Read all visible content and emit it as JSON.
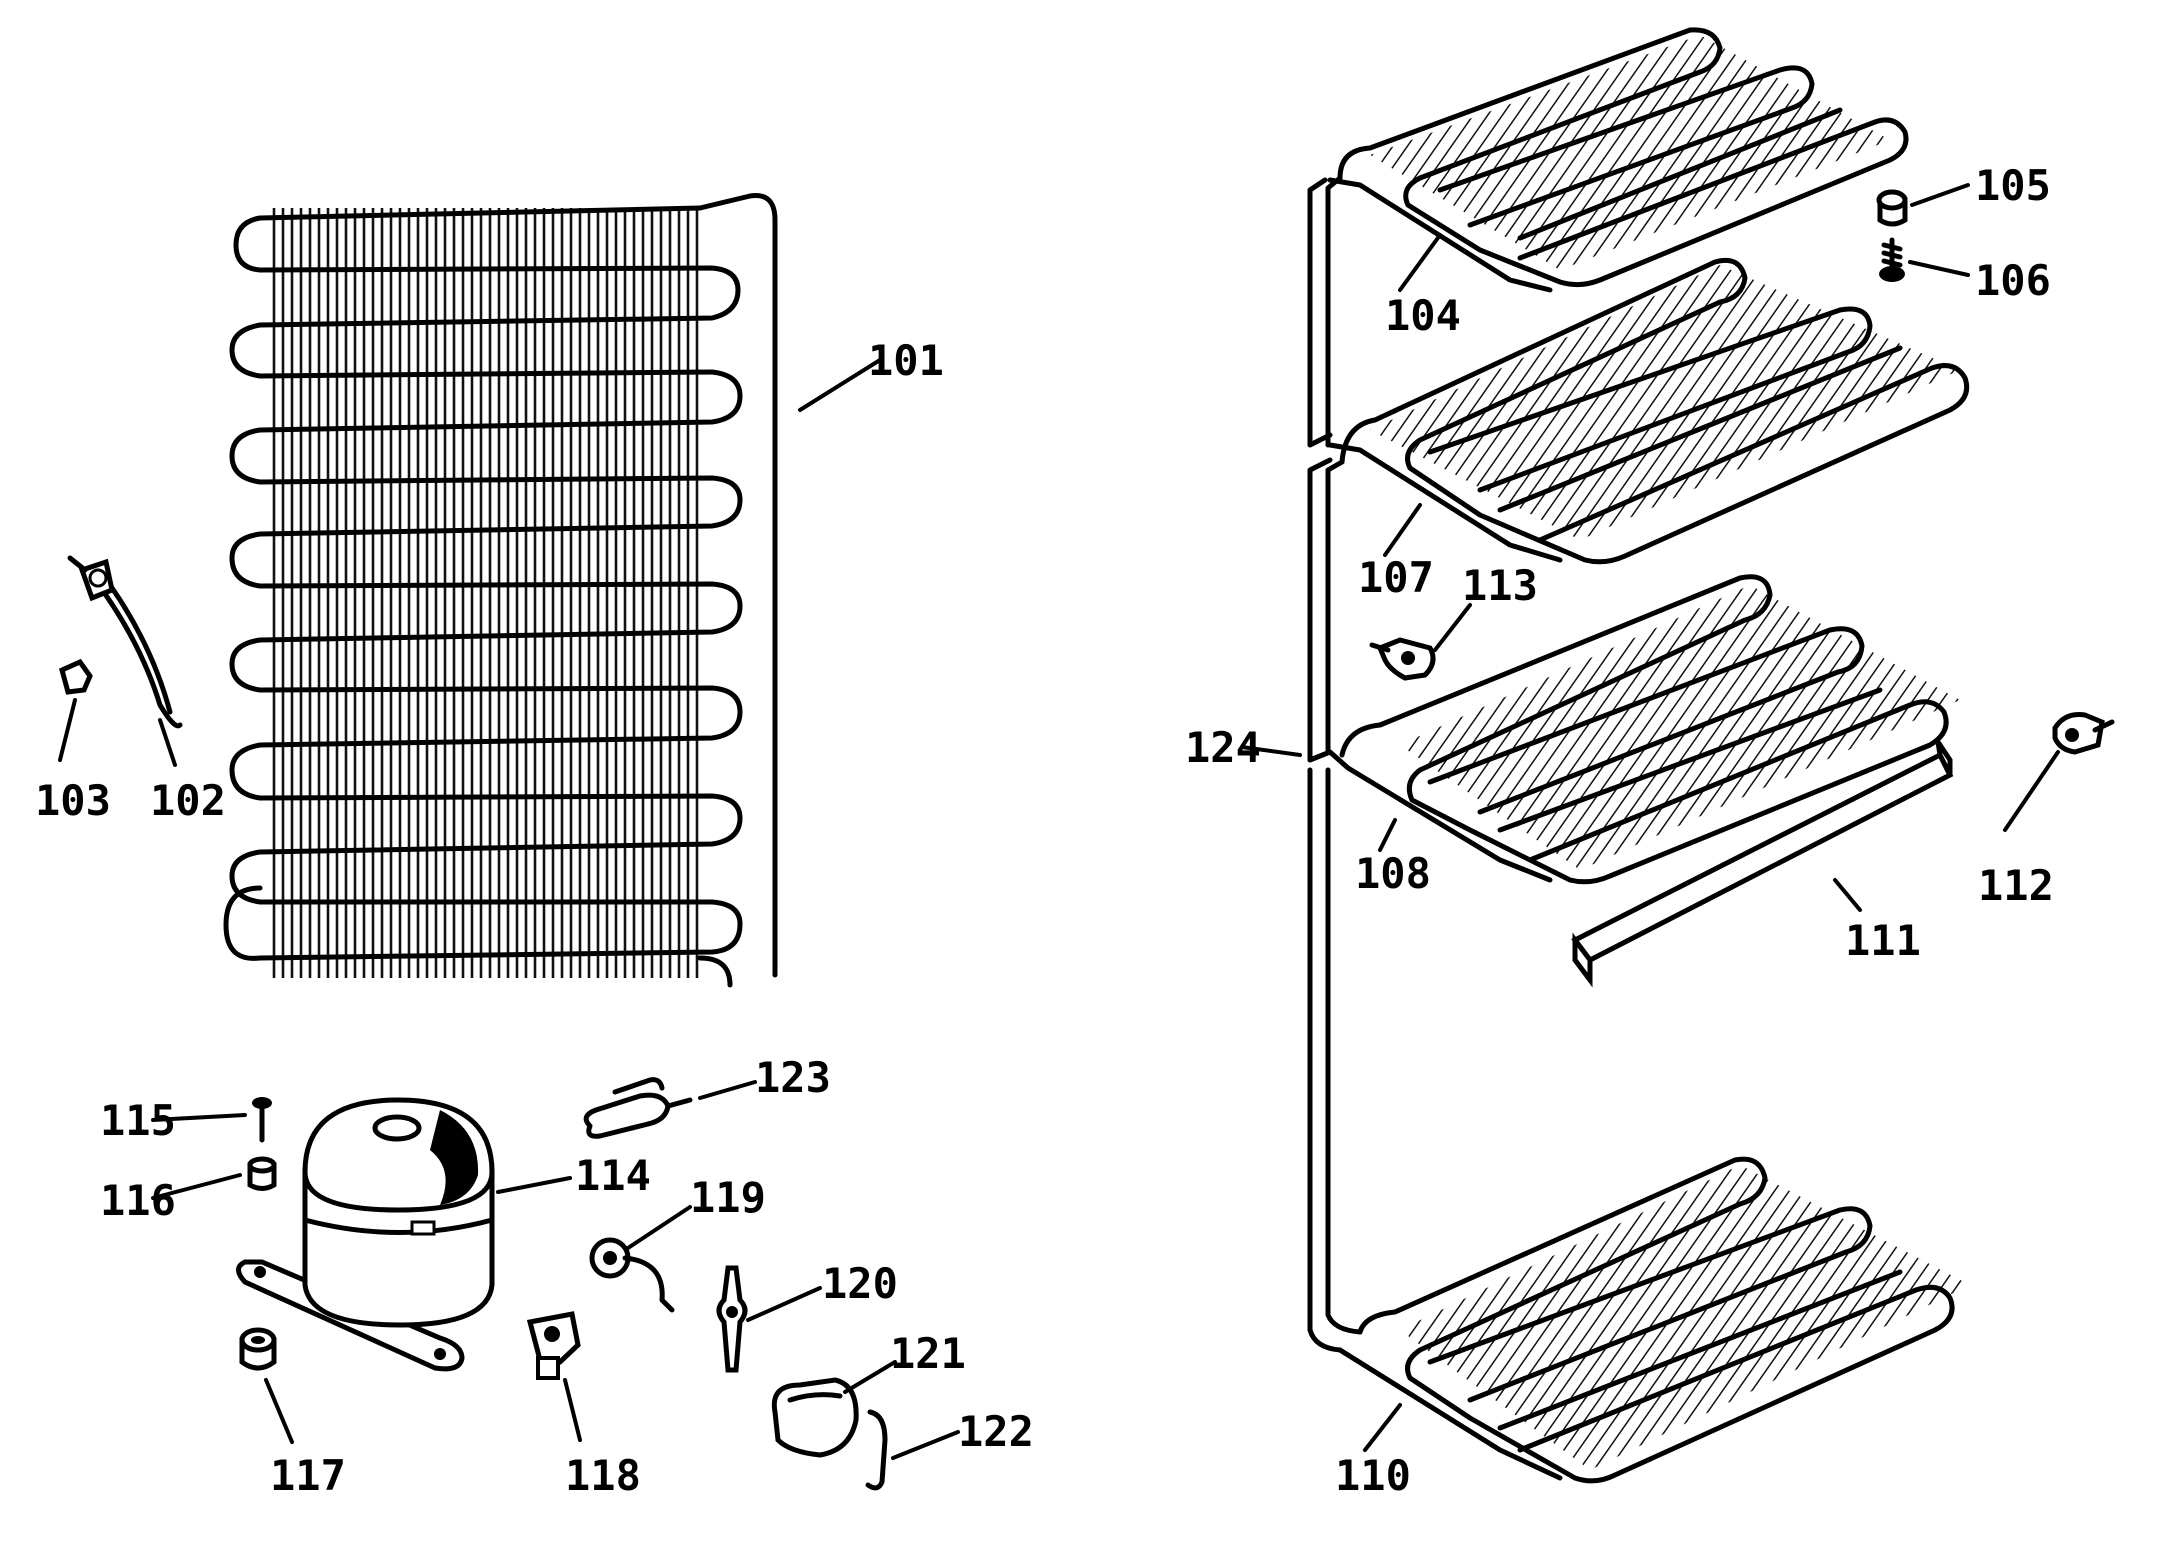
{
  "callouts": {
    "c101": "101",
    "c102": "102",
    "c103": "103",
    "c104": "104",
    "c105": "105",
    "c106": "106",
    "c107": "107",
    "c108": "108",
    "c110": "110",
    "c111": "111",
    "c112": "112",
    "c113": "113",
    "c114": "114",
    "c115": "115",
    "c116": "116",
    "c117": "117",
    "c118": "118",
    "c119": "119",
    "c120": "120",
    "c121": "121",
    "c122": "122",
    "c123": "123",
    "c124": "124"
  }
}
